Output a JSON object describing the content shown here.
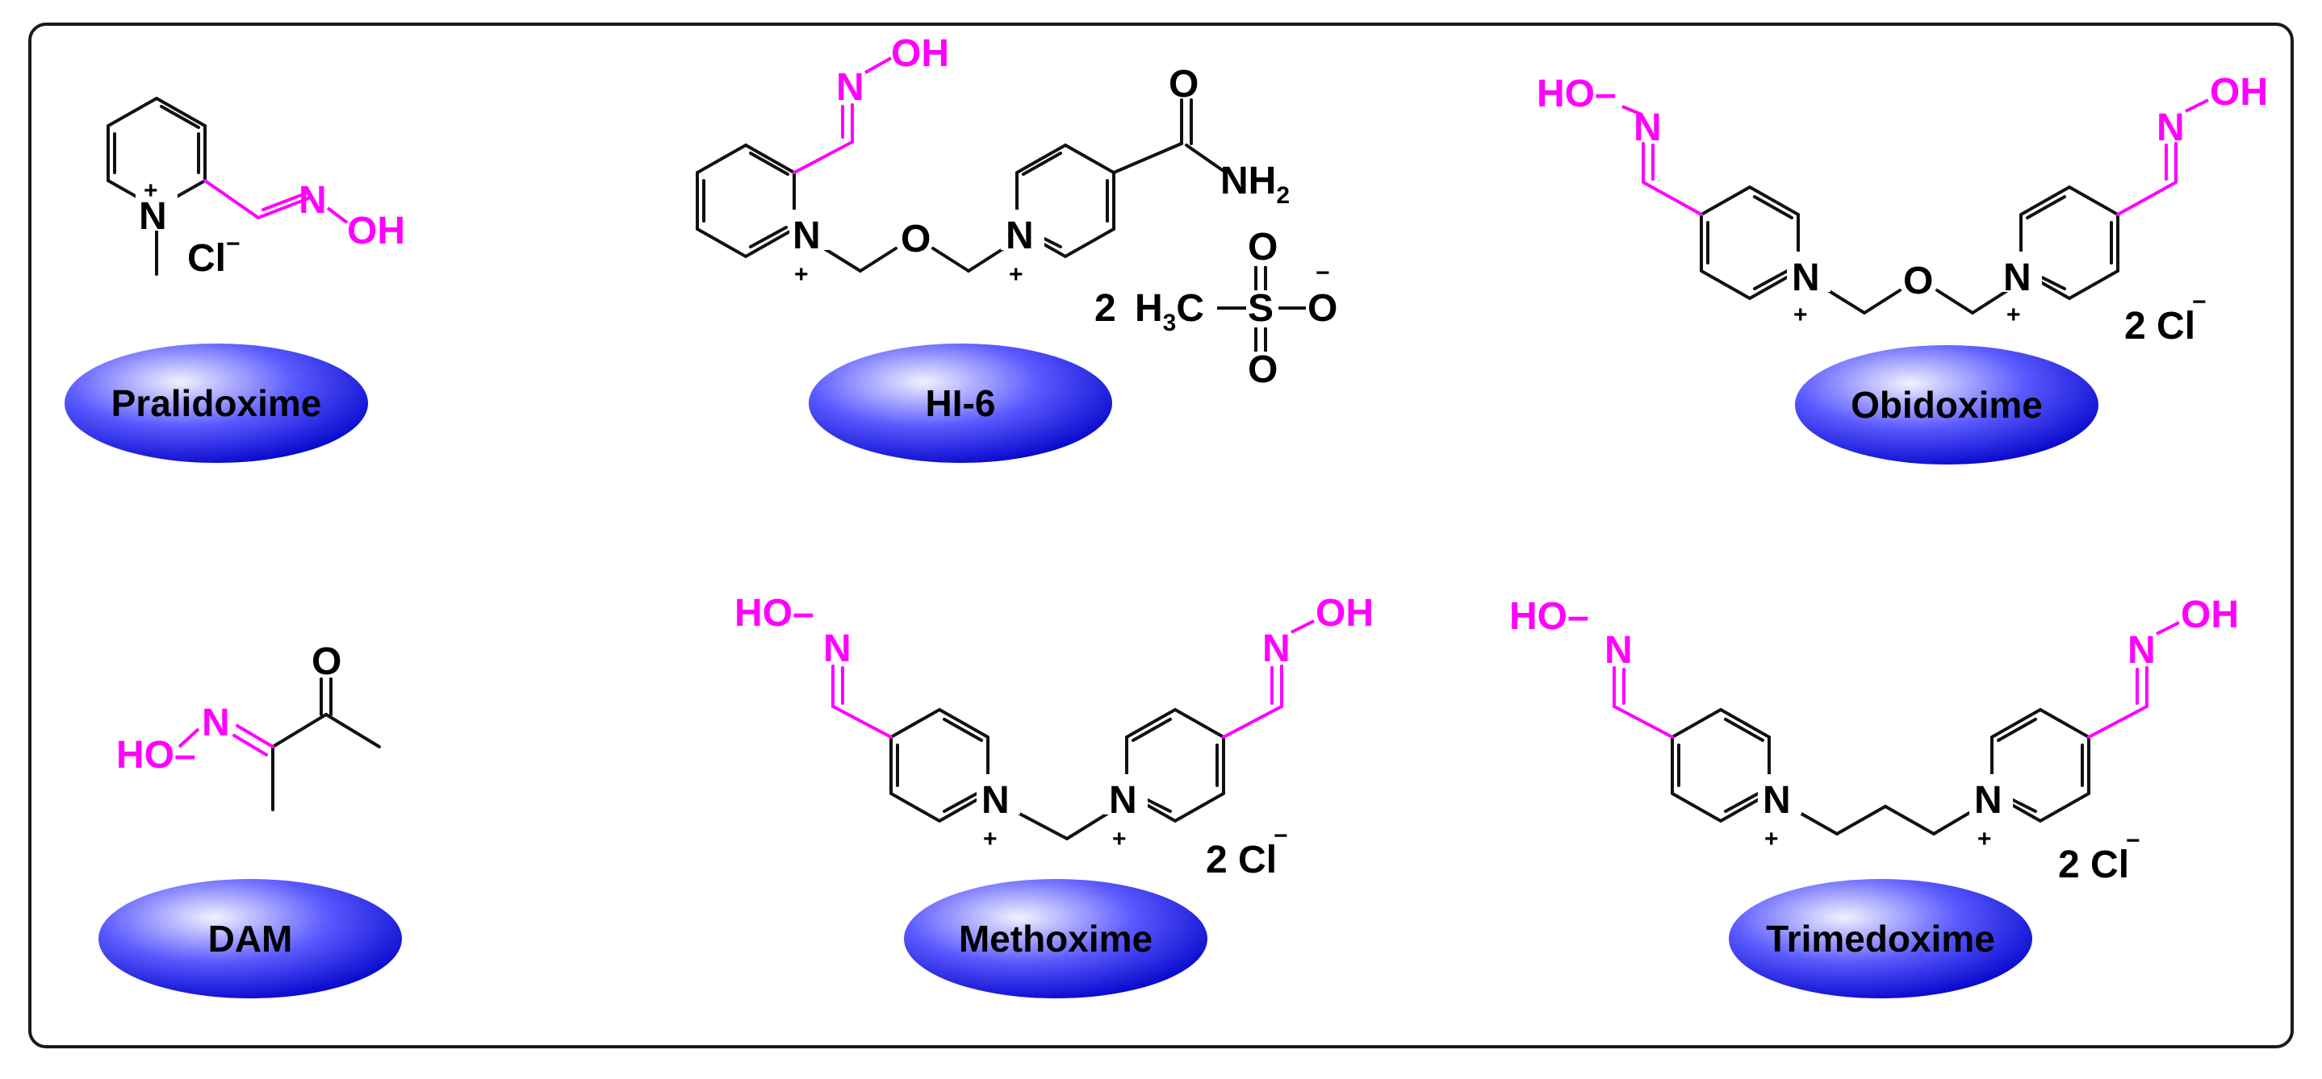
{
  "colors": {
    "frame": "#1a1a1a",
    "bond": "#111111",
    "oxime": "#ff00ff",
    "badge_light": "#f2f2ff",
    "badge_mid": "#5a5aff",
    "badge_dark": "#0000c8",
    "badge_text": "#000000"
  },
  "compounds": {
    "pralidoxime": {
      "name": "Pralidoxime",
      "counter_ion": "Cl",
      "charge": "+",
      "anion_charge": "−",
      "oxime": {
        "n": "N",
        "oh": "OH"
      }
    },
    "hi6": {
      "name": "HI-6",
      "ring_n": "N",
      "bridge_o": "O",
      "charge": "+",
      "amide_o": "O",
      "amide_nh2": "NH",
      "amide_sub": "2",
      "salt_count": "2",
      "mesylate_h": "H",
      "mesylate_sub": "3",
      "mesylate_c": "C",
      "mesylate_s": "S",
      "mesylate_o": "O",
      "mesylate_charge": "−",
      "oxime": {
        "n": "N",
        "oh": "OH"
      }
    },
    "obidoxime": {
      "name": "Obidoxime",
      "ring_n": "N",
      "bridge_o": "O",
      "charge": "+",
      "salt": "2 Cl",
      "salt_charge": "−",
      "oxime": {
        "n": "N",
        "oh": "OH",
        "ho": "HO"
      }
    },
    "dam": {
      "name": "DAM",
      "keto_o": "O",
      "oxime": {
        "n": "N",
        "ho": "HO"
      }
    },
    "methoxime": {
      "name": "Methoxime",
      "ring_n": "N",
      "charge": "+",
      "salt": "2 Cl",
      "salt_charge": "−",
      "oxime": {
        "n": "N",
        "oh": "OH",
        "ho": "HO"
      }
    },
    "trimedoxime": {
      "name": "Trimedoxime",
      "ring_n": "N",
      "charge": "+",
      "salt": "2 Cl",
      "salt_charge": "−",
      "oxime": {
        "n": "N",
        "oh": "OH",
        "ho": "HO"
      }
    }
  }
}
